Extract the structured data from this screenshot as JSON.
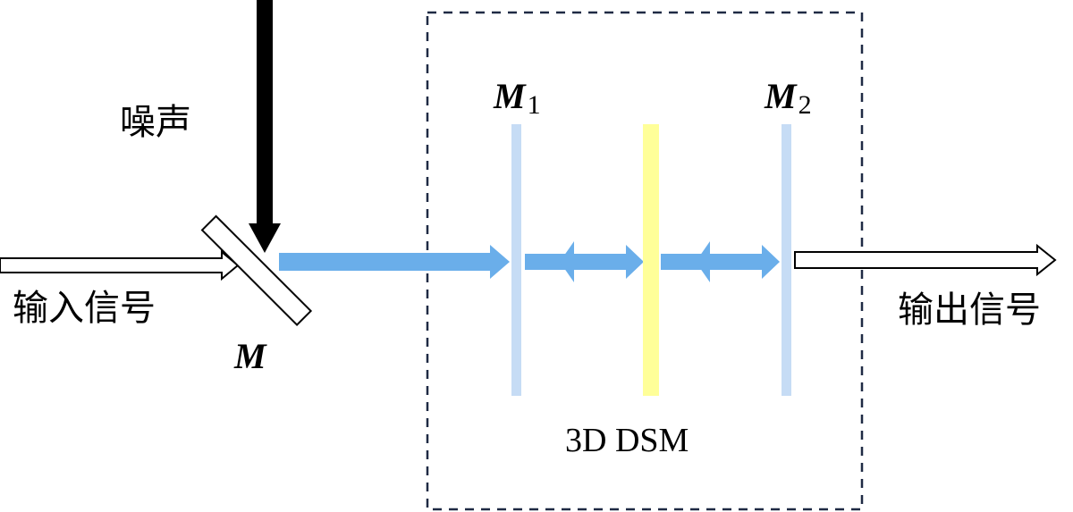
{
  "labels": {
    "noise": "噪声",
    "input_signal": "输入信号",
    "output_signal": "输出信号",
    "mirror": "M",
    "mirror1_main": "M",
    "mirror1_sub": "1",
    "mirror2_main": "M",
    "mirror2_sub": "2",
    "box_caption": "3D DSM"
  },
  "colors": {
    "beam": "#6aaeea",
    "mirror_plate": "#c6dcf5",
    "center_element": "#ffff99",
    "dashed_border": "#1f2a44",
    "noise_arrow": "#000000",
    "outline_arrow": "#000000"
  }
}
